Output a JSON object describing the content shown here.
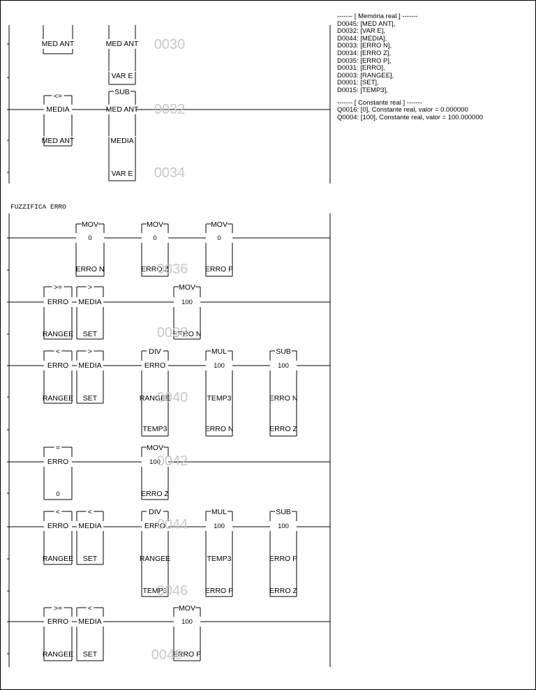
{
  "memory": {
    "header": "------- [ Memória real ] -------",
    "entries": [
      "D0045: [MED ANT],",
      "D0032: [VAR E],",
      "D0044: [MEDIA],",
      "D0033: [ERRO N],",
      "D0034: [ERRO Z],",
      "D0035: [ERRO P],",
      "D0031: [ERRO],",
      "D0003: [RANGEE],",
      "D0001: [SET],",
      "D0015: [TEMP3],"
    ]
  },
  "constants": {
    "header": "------- [ Constante real ] -------",
    "entries": [
      "Q0016: [0], Constante real, valor = 0.000000",
      "Q0004: [100], Constante real, valor = 100.000000"
    ]
  },
  "section_title": "FUZZIFICA ERRO",
  "line_numbers": [
    "0030",
    "0032",
    "0034",
    "0036",
    "0038",
    "0040",
    "0042",
    "0044",
    "0046",
    "0048"
  ],
  "blocks": [
    {
      "id": "b1",
      "labels": [
        "MED ANT"
      ]
    },
    {
      "id": "b2",
      "labels": [
        "MED ANT",
        "VAR E"
      ]
    },
    {
      "id": "b3",
      "op": "<=",
      "labels": [
        "MEDIA",
        "MED ANT"
      ]
    },
    {
      "id": "b4",
      "op": "SUB",
      "labels": [
        "MED ANT",
        "MEDIA",
        "VAR E"
      ]
    },
    {
      "id": "b5",
      "op": "MOV",
      "labels": [
        "0",
        "ERRO N"
      ]
    },
    {
      "id": "b6",
      "op": "MOV",
      "labels": [
        "0",
        "ERRO Z"
      ]
    },
    {
      "id": "b7",
      "op": "MOV",
      "labels": [
        "0",
        "ERRO P"
      ]
    },
    {
      "id": "b8",
      "op": ">=",
      "labels": [
        "ERRO",
        "RANGEE"
      ]
    },
    {
      "id": "b9",
      "op": ">",
      "labels": [
        "MEDIA",
        "SET"
      ]
    },
    {
      "id": "b10",
      "op": "MOV",
      "labels": [
        "100",
        "ERRO N"
      ]
    },
    {
      "id": "b11",
      "op": "<",
      "labels": [
        "ERRO",
        "RANGEE"
      ]
    },
    {
      "id": "b12",
      "op": ">",
      "labels": [
        "MEDIA",
        "SET"
      ]
    },
    {
      "id": "b13",
      "op": "DIV",
      "labels": [
        "ERRO",
        "RANGEE",
        "TEMP3"
      ]
    },
    {
      "id": "b14",
      "op": "MUL",
      "labels": [
        "100",
        "TEMP3",
        "ERRO N"
      ]
    },
    {
      "id": "b15",
      "op": "SUB",
      "labels": [
        "100",
        "ERRO N",
        "ERRO Z"
      ]
    },
    {
      "id": "b16",
      "op": "=",
      "labels": [
        "ERRO",
        "0"
      ]
    },
    {
      "id": "b17",
      "op": "MOV",
      "labels": [
        "100",
        "ERRO Z"
      ]
    },
    {
      "id": "b18",
      "op": "<",
      "labels": [
        "ERRO",
        "RANGEE"
      ]
    },
    {
      "id": "b19",
      "op": "<",
      "labels": [
        "MEDIA",
        "SET"
      ]
    },
    {
      "id": "b20",
      "op": "DIV",
      "labels": [
        "ERRO",
        "RANGEE",
        "TEMP3"
      ]
    },
    {
      "id": "b21",
      "op": "MUL",
      "labels": [
        "100",
        "TEMP3",
        "ERRO P"
      ]
    },
    {
      "id": "b22",
      "op": "SUB",
      "labels": [
        "100",
        "ERRO P",
        "ERRO Z"
      ]
    },
    {
      "id": "b23",
      "op": ">=",
      "labels": [
        "ERRO",
        "RANGEE"
      ]
    },
    {
      "id": "b24",
      "op": "<",
      "labels": [
        "MEDIA",
        "SET"
      ]
    },
    {
      "id": "b25",
      "op": "MOV",
      "labels": [
        "100",
        "ERRO P"
      ]
    }
  ]
}
